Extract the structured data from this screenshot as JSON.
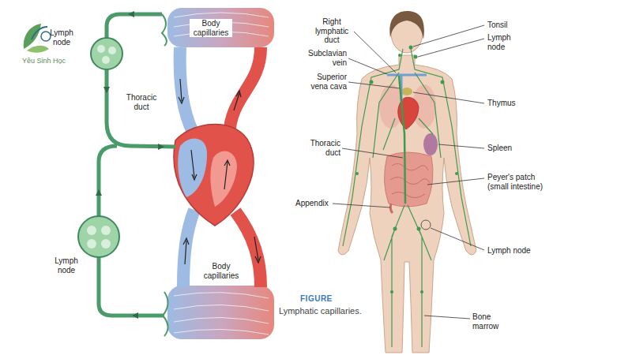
{
  "diagram": {
    "caption": "Lymphatic capillaries.",
    "labels": [
      "Lymph node",
      "Body capillaries",
      "Thoracic duct",
      "Lymph node",
      "Body capillaries",
      "Right lymphatic duct",
      "Tonsil",
      "Subclavian vein",
      "Lymph node",
      "Superior vena cava",
      "Thymus",
      "Thoracic duct",
      "Spleen",
      "Peyer's patch (small intestine)",
      "Appendix",
      "Lymph node",
      "FIGURE",
      "Bone marrow",
      "Yêu Sinh Học"
    ]
  }
}
